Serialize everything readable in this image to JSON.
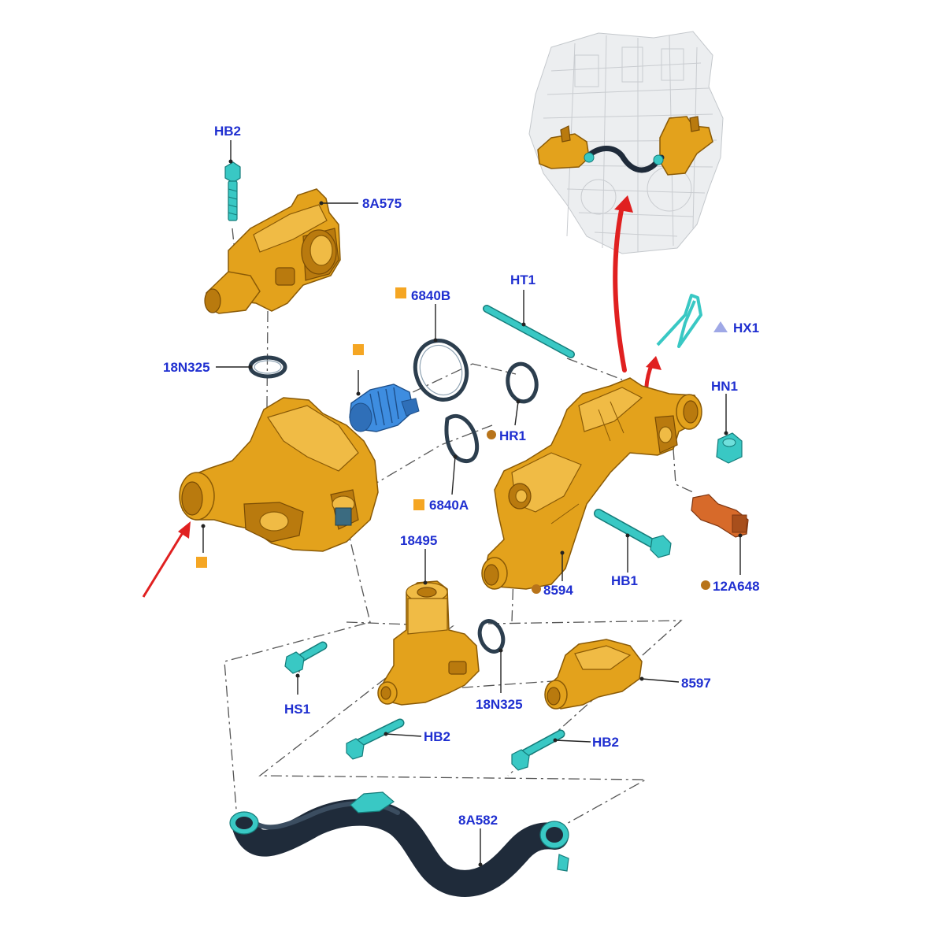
{
  "labels": {
    "hb2_top": "HB2",
    "p8a575": "8A575",
    "n18n325_left": "18N325",
    "p6840b": "6840B",
    "ht1": "HT1",
    "hx1": "HX1",
    "hn1": "HN1",
    "hr1": "HR1",
    "p6840a": "6840A",
    "p18495": "18495",
    "p8594": "8594",
    "hb1": "HB1",
    "p12a648": "12A648",
    "hs1": "HS1",
    "n18n325_mid": "18N325",
    "p8597": "8597",
    "hb2_mid": "HB2",
    "hb2_right": "HB2",
    "p8a582": "8A582"
  },
  "colors": {
    "label_text": "#1f2fd0",
    "orange_square_marker": "#f5a623",
    "brown_dot_marker": "#b8741a",
    "blue_triangle_marker": "#9fa8e6",
    "red_arrow": "#e02020",
    "part_brass": "#e3a21c",
    "fastener_teal": "#39c8c4",
    "hose_black": "#1f2b3a"
  },
  "marker_icons": {
    "orange_square": "orange-square-marker-icon",
    "brown_dot": "brown-dot-marker-icon",
    "blue_triangle": "blue-triangle-marker-icon"
  }
}
